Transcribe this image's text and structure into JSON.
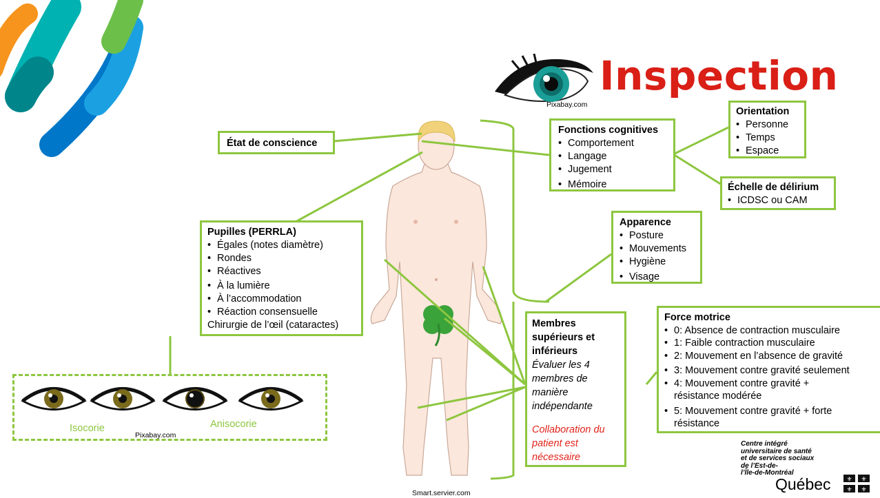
{
  "title": "Inspection",
  "credits": {
    "eye_top": "Pixabay.com",
    "eyes_bottom": "Pixabay.com",
    "body": "Smart.servier.com"
  },
  "etat_conscience": {
    "title": "État de conscience"
  },
  "fonctions_cognitives": {
    "title": "Fonctions cognitives",
    "items": [
      "Comportement",
      "Langage",
      "Jugement",
      "Mémoire"
    ]
  },
  "orientation": {
    "title": "Orientation",
    "items": [
      "Personne",
      "Temps",
      "Espace"
    ]
  },
  "delirium": {
    "title": "Échelle de délirium",
    "items": [
      "ICDSC ou CAM"
    ]
  },
  "apparence": {
    "title": "Apparence",
    "items": [
      "Posture",
      "Mouvements",
      "Hygiène",
      "Visage"
    ]
  },
  "pupilles": {
    "title": "Pupilles (PERRLA)",
    "items": [
      "Égales (notes diamètre)",
      "Rondes",
      "Réactives",
      "À la lumière",
      "À l’accommodation",
      "Réaction consensuelle"
    ],
    "note": "Chirurgie de l’œil (cataractes)"
  },
  "membres": {
    "title_lines": [
      "Membres",
      "supérieurs et",
      "inférieurs"
    ],
    "italic_lines": [
      "Évaluer les 4",
      "membres de",
      "manière",
      "indépendante"
    ],
    "red_lines": [
      "Collaboration du",
      "patient est",
      "nécessaire"
    ]
  },
  "force_motrice": {
    "title": "Force motrice",
    "items": [
      "0: Absence de contraction musculaire",
      "1: Faible contraction musculaire",
      "2: Mouvement en l’absence de gravité",
      "3: Mouvement contre gravité seulement",
      "4: Mouvement contre gravité +",
      "5: Mouvement contre gravité + forte"
    ],
    "continuations": [
      "résistance modérée",
      "résistance"
    ]
  },
  "eyes_labels": {
    "isocorie": "Isocorie",
    "anisocorie": "Anisocorie"
  },
  "institution": {
    "lines": [
      "Centre intégré",
      "universitaire de santé",
      "et de services sociaux",
      "de l’Est-de-",
      "l’Île-de-Montréal"
    ],
    "quebec": "Québec"
  },
  "colors": {
    "accent_green": "#8dc63f",
    "title_red": "#d91f16",
    "red_text": "#e2231a"
  }
}
